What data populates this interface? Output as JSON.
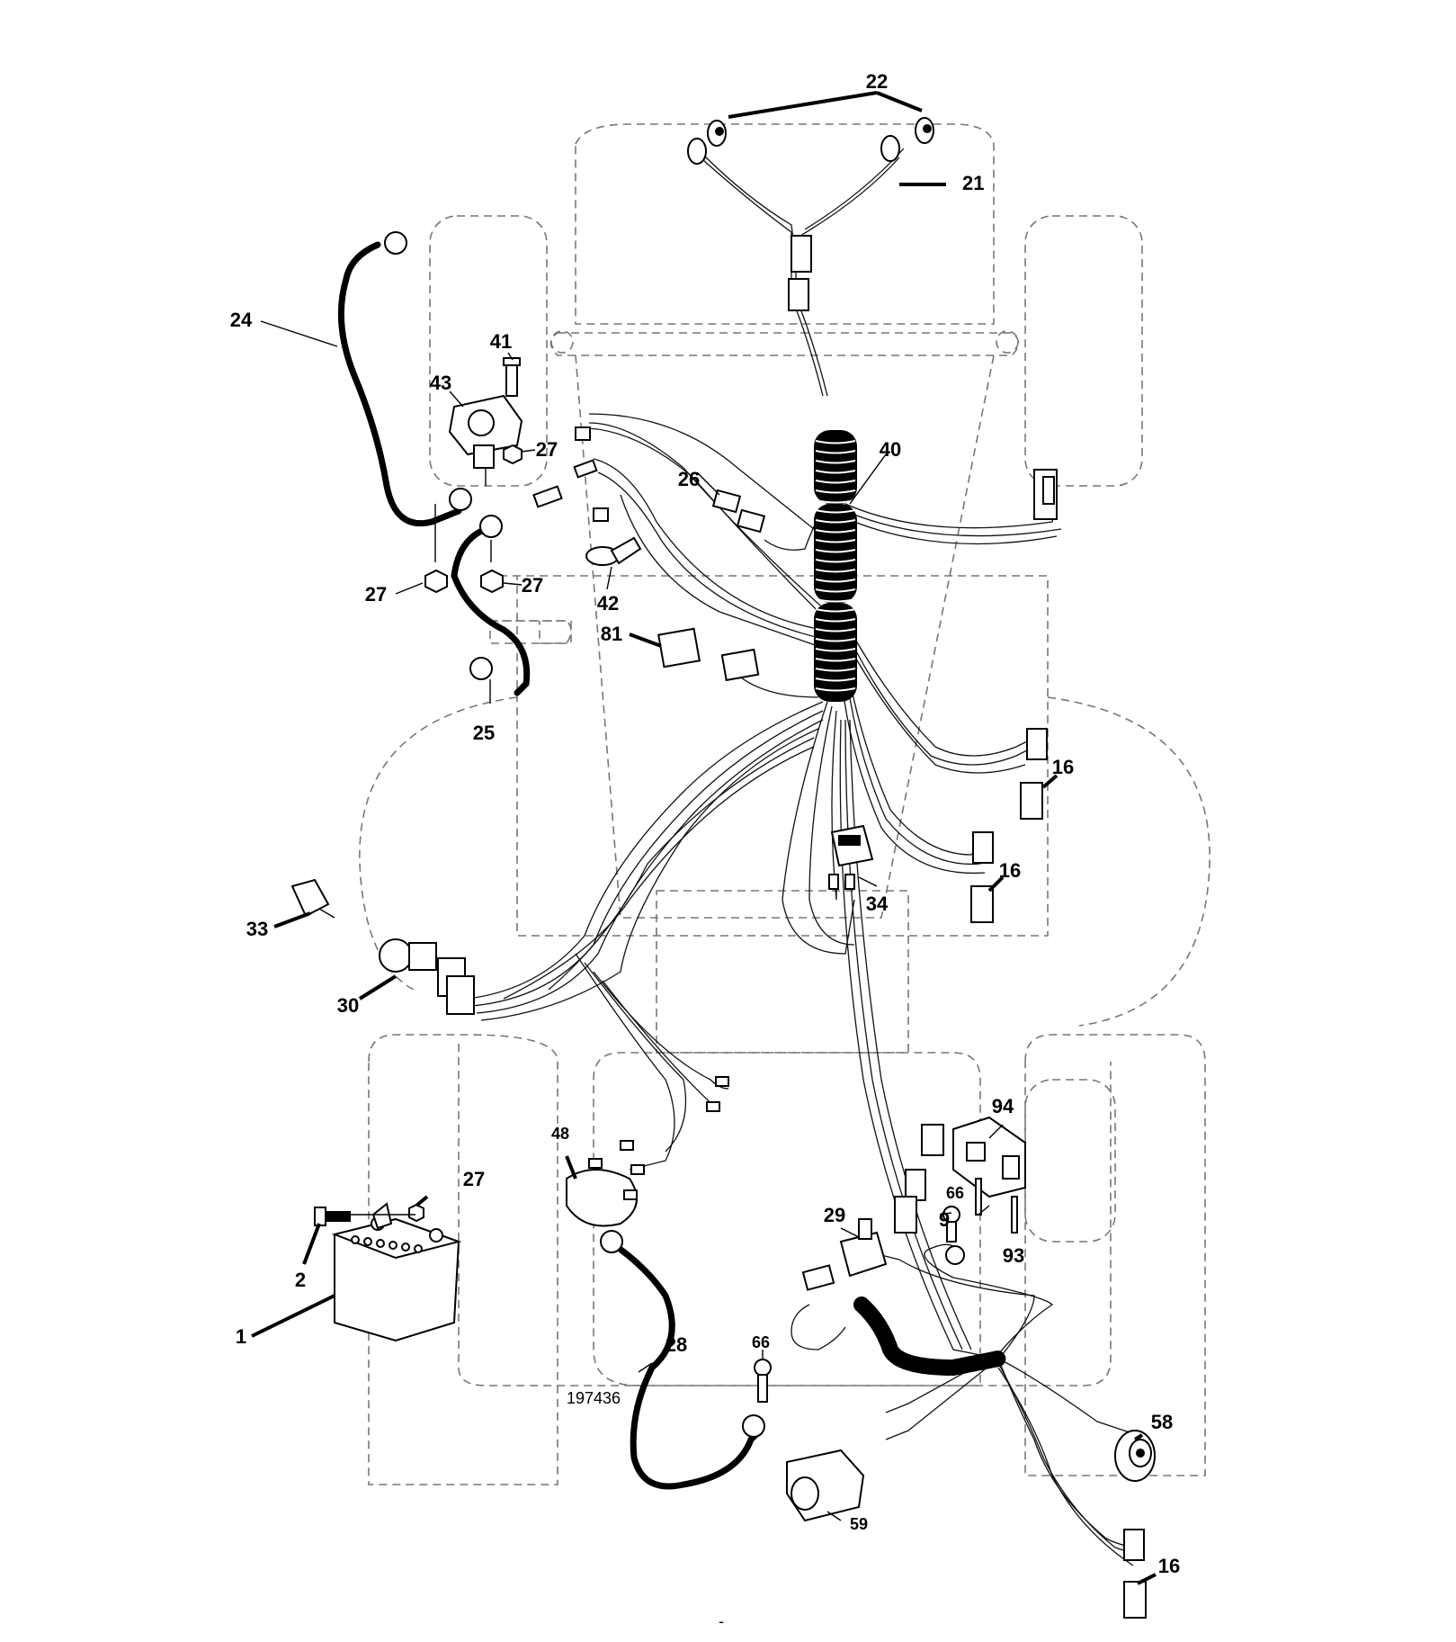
{
  "diagram": {
    "drawing_number": "197436",
    "footer_mark": "-",
    "callouts": {
      "c1": "1",
      "c2": "2",
      "c16a": "16",
      "c16b": "16",
      "c16c": "16",
      "c21": "21",
      "c22": "22",
      "c24": "24",
      "c25": "25",
      "c26": "26",
      "c27a": "27",
      "c27b": "27",
      "c27c": "27",
      "c27d": "27",
      "c28": "28",
      "c29": "29",
      "c30": "30",
      "c33": "33",
      "c34": "34",
      "c40": "40",
      "c41": "41",
      "c42": "42",
      "c43": "43",
      "c48": "48",
      "c58": "58",
      "c59": "59",
      "c66a": "66",
      "c66b": "66",
      "c81": "81",
      "c9": "9",
      "c93": "93",
      "c94": "94"
    }
  }
}
